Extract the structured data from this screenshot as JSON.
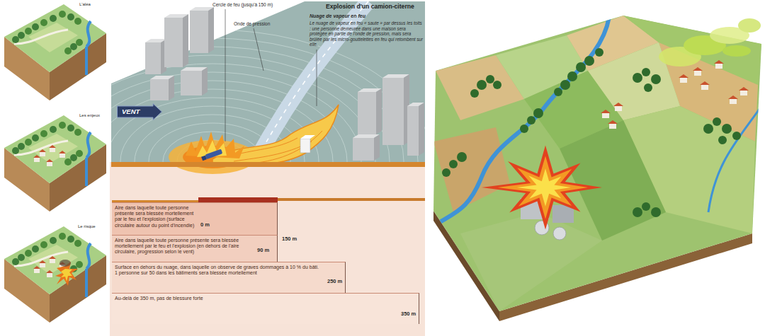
{
  "diagram": {
    "title": "Explosion d'un camion-citerne",
    "nodes": [
      {
        "text": [
          "VENT"
        ]
      },
      {
        "text": [
          "Aire dans laquelle toute personne présente sera blessée mortellement par le feu et l'explosion (surface circulaire autour du point d'incendie)"
        ]
      },
      {
        "text": [
          "Aire dans laquelle toute personne présente sera blessée mortellement par le feu et l'explosion (en dehors de l'aire circulaire, progression selon le vent)"
        ]
      },
      {
        "text": [
          "Surface en dehors du nuage, dans laquelle on observe de graves dommages à 10 % du bâti. 1 personne sur 50 dans les bâtiments sera blessée mortellement"
        ]
      },
      {
        "text": [
          "Au-delà de 350 m, pas de blessure forte"
        ]
      }
    ],
    "labels": [
      "L'aléa",
      "Les enjeux",
      "Le risque",
      "Cercle de feu (jusqu'à 150 m)",
      "Onde de pression",
      "Nuage de vapeur en feu",
      "Le nuage de vapeur en feu « saute » par dessus les toits : une personne demeurée dans une maison sera protégée en partie de l'onde de pression, mais sera brûlée par les micro-gouttelettes en feu qui retombent sur elle.",
      "0 m",
      "90 m",
      "150 m",
      "250 m",
      "350 m"
    ]
  }
}
